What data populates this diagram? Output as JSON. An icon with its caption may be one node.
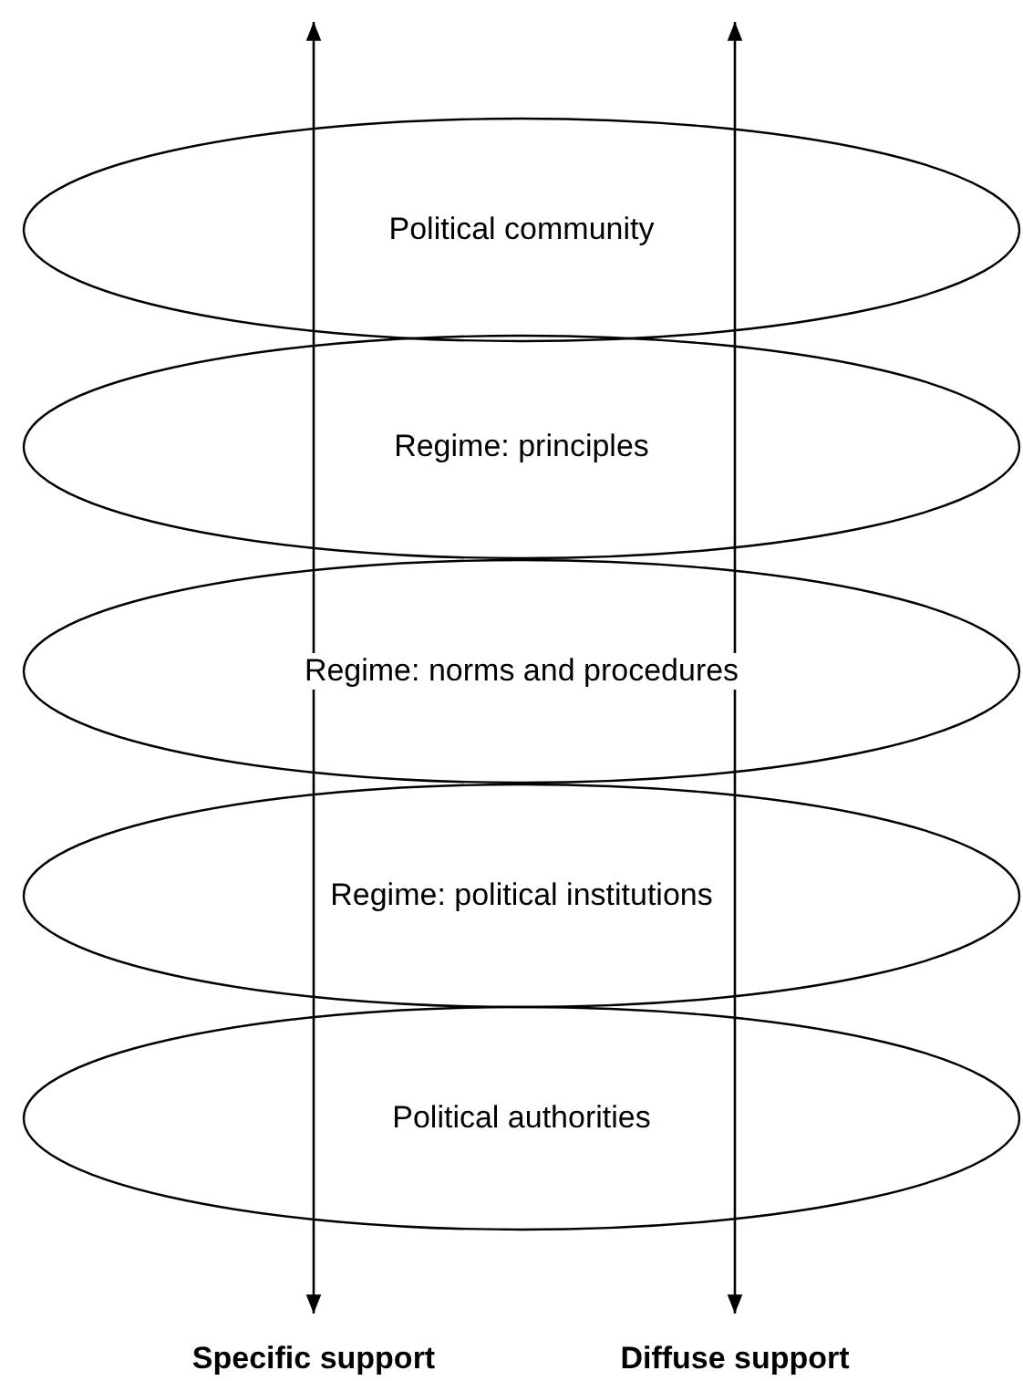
{
  "diagram": {
    "nodes": [
      {
        "text": [
          "Political community"
        ]
      },
      {
        "text": [
          "Regime: principles"
        ]
      },
      {
        "text": [
          "Regime: norms and procedures"
        ]
      },
      {
        "text": [
          "Regime: political institutions"
        ]
      },
      {
        "text": [
          "Political authorities"
        ]
      }
    ],
    "labels": [
      "Specific support",
      "Diffuse support"
    ]
  }
}
